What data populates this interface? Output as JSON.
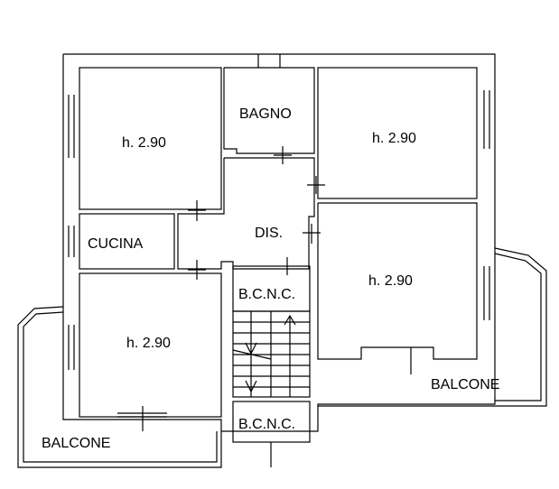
{
  "rooms": {
    "bedroom_top_left": {
      "height_label": "h. 2.90"
    },
    "bathroom": {
      "label": "BAGNO"
    },
    "bedroom_top_right": {
      "height_label": "h. 2.90"
    },
    "kitchen": {
      "label": "CUCINA"
    },
    "hallway": {
      "label": "DIS."
    },
    "room_bottom_left": {
      "height_label": "h. 2.90"
    },
    "storage_upper": {
      "label": "B.C.N.C."
    },
    "storage_lower": {
      "label": "B.C.N.C."
    },
    "bedroom_right": {
      "height_label": "h. 2.90"
    },
    "balcony_left": {
      "label": "BALCONE"
    },
    "balcony_right": {
      "label": "BALCONE"
    }
  }
}
